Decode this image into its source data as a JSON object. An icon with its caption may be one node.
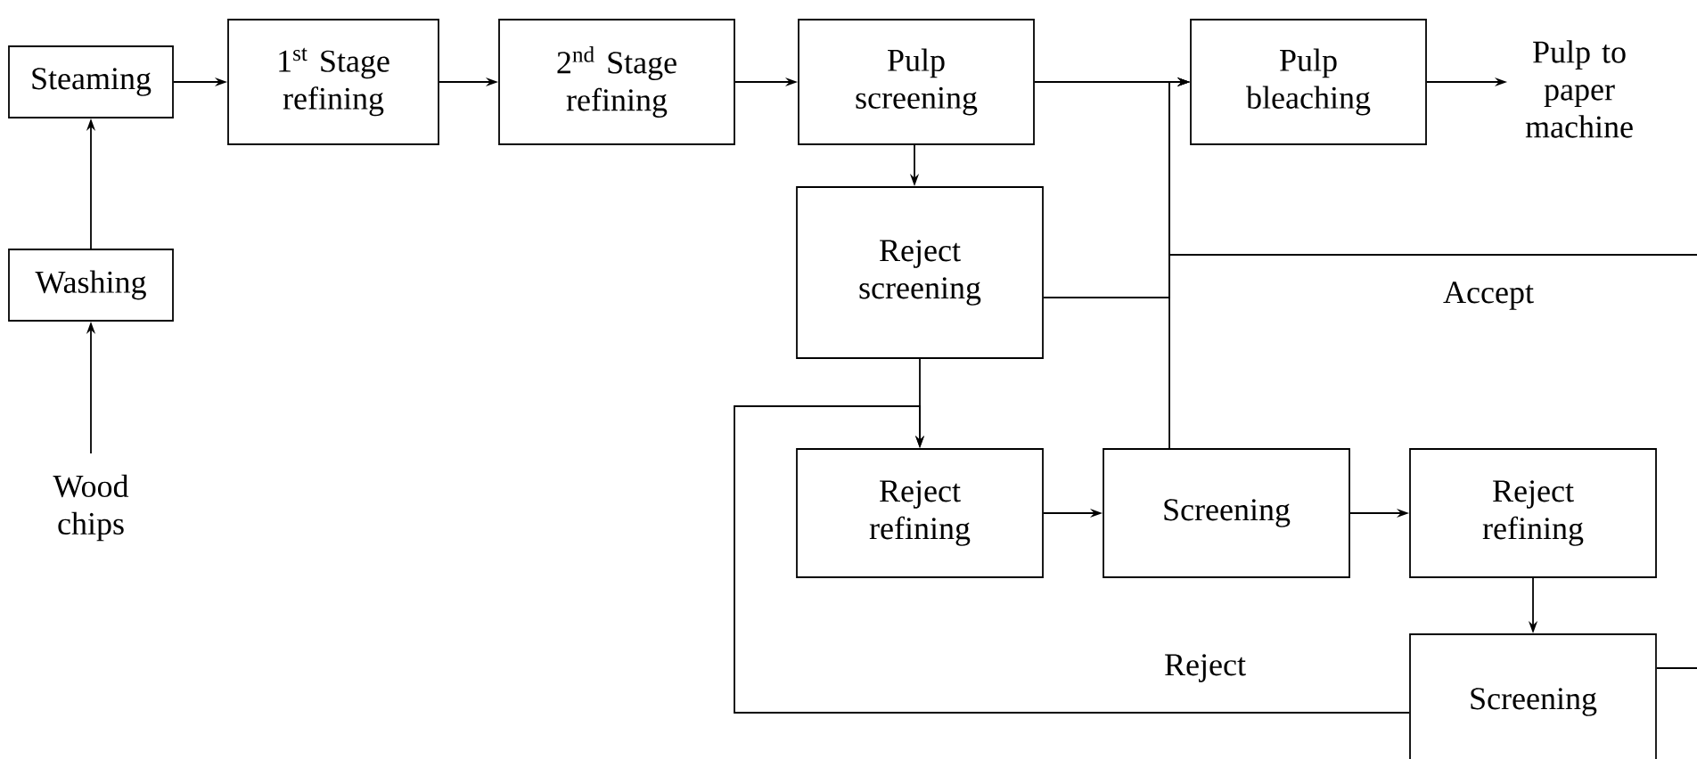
{
  "diagram": {
    "nodes": [
      {
        "text": [
          "Steaming"
        ]
      },
      {
        "text": [
          "1$^{st}$ Stage refining"
        ]
      },
      {
        "text": [
          "2$^{nd}$ Stage refining"
        ]
      },
      {
        "text": [
          "Pulp screening"
        ]
      },
      {
        "text": [
          "Pulp bleaching"
        ]
      },
      {
        "text": [
          "Pulp to paper machine"
        ]
      },
      {
        "text": [
          "Washing"
        ]
      },
      {
        "text": [
          "Wood chips"
        ]
      },
      {
        "text": [
          "Reject screening"
        ]
      },
      {
        "text": [
          "Reject refining"
        ]
      },
      {
        "text": [
          "Screening"
        ]
      },
      {
        "text": [
          "Reject refining"
        ]
      },
      {
        "text": [
          "Screening"
        ]
      }
    ],
    "edges": [
      {
        "from": 7,
        "to": 6,
        "arrow": "to"
      },
      {
        "from": 6,
        "to": 0,
        "arrow": "to"
      },
      {
        "from": 0,
        "to": 1,
        "arrow": "to"
      },
      {
        "from": 1,
        "to": 2,
        "arrow": "to"
      },
      {
        "from": 2,
        "to": 3,
        "arrow": "to"
      },
      {
        "from": 3,
        "to": 4,
        "arrow": "to"
      },
      {
        "from": 4,
        "to": 5,
        "arrow": "to"
      },
      {
        "from": 3,
        "to": 8,
        "arrow": "to"
      },
      {
        "from": 8,
        "to": 9,
        "arrow": "to"
      },
      {
        "from": 9,
        "to": 10,
        "arrow": "to"
      },
      {
        "from": 10,
        "to": 11,
        "arrow": "to"
      },
      {
        "from": 11,
        "to": 12,
        "arrow": "to"
      },
      {
        "from": 8,
        "to": 4,
        "arrow": "to"
      },
      {
        "from": 10,
        "to": 4,
        "arrow": "to"
      },
      {
        "from": 12,
        "to": 4,
        "arrow": "to",
        "label": "Accept"
      },
      {
        "from": 12,
        "to": 9,
        "arrow": "to",
        "label": "Reject"
      }
    ]
  }
}
